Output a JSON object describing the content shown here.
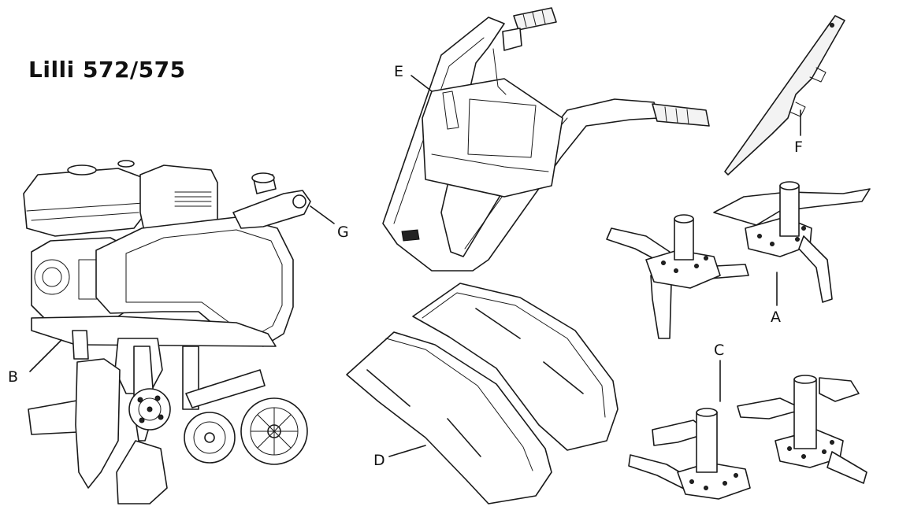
{
  "title": "Lilli 572/575",
  "parts": {
    "A": "A",
    "B": "B",
    "C": "C",
    "D": "D",
    "E": "E",
    "F": "F",
    "G": "G"
  }
}
